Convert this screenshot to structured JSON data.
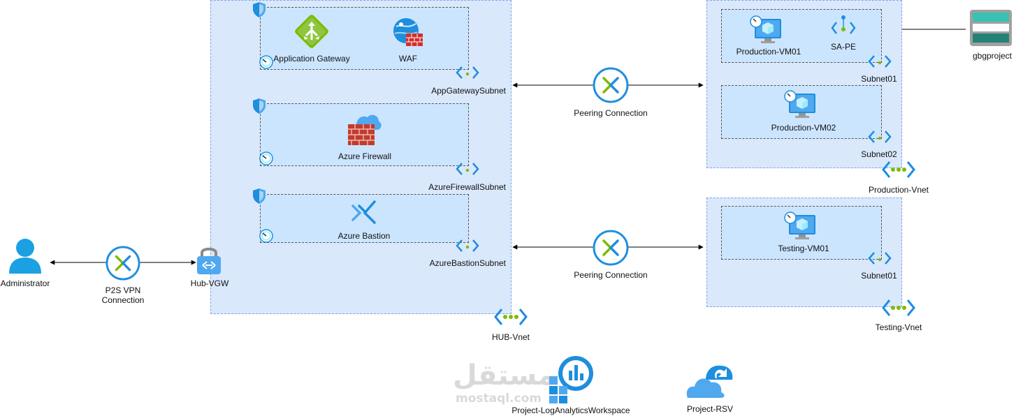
{
  "hub_vnet": {
    "label": "HUB-Vnet",
    "subnets": [
      {
        "name": "AppGatewaySubnet",
        "items": [
          "Application Gateway",
          "WAF"
        ]
      },
      {
        "name": "AzureFirewallSubnet",
        "items": [
          "Azure Firewall"
        ]
      },
      {
        "name": "AzureBastionSubnet",
        "items": [
          "Azure Bastion"
        ]
      }
    ]
  },
  "production_vnet": {
    "label": "Production-Vnet",
    "subnets": [
      {
        "name": "Subnet01",
        "items": [
          "Production-VM01",
          "SA-PE"
        ]
      },
      {
        "name": "Subnet02",
        "items": [
          "Production-VM02"
        ]
      }
    ]
  },
  "testing_vnet": {
    "label": "Testing-Vnet",
    "subnets": [
      {
        "name": "Subnet01",
        "items": [
          "Testing-VM01"
        ]
      }
    ]
  },
  "peering": [
    "Peering Connection",
    "Peering Connection"
  ],
  "administrator": "Administrator",
  "p2s_vpn": "P2S VPN\nConnection",
  "hub_vgw": "Hub-VGW",
  "storage": "gbgproject",
  "log_analytics": "Project-LogAnalyticsWorkspace",
  "rsv": "Project-RSV",
  "watermark": {
    "arabic": "مستقل",
    "latin": "mostaql.com"
  },
  "colors": {
    "vnet_fill": "#dae8fc",
    "subnet_fill": "#cce5ff",
    "azure_blue": "#1e8ede",
    "green": "#7fba00"
  }
}
